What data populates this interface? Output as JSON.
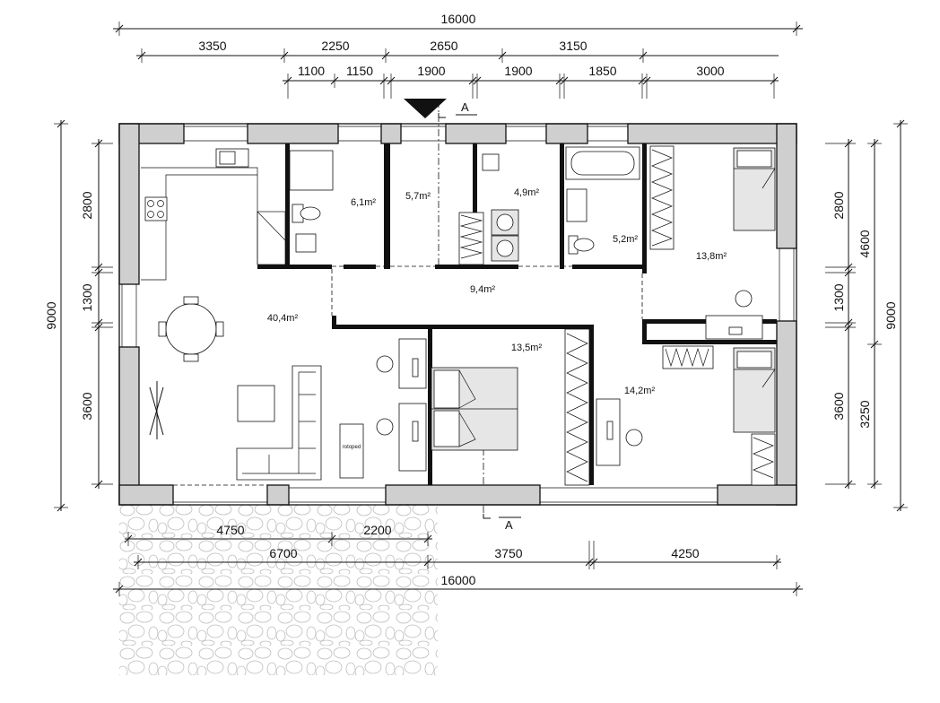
{
  "dimensions": {
    "top_total": "16000",
    "top_row1": [
      "3350",
      "2250",
      "2650",
      "3150"
    ],
    "top_row2": [
      "1100",
      "1150",
      "1900",
      "1900",
      "1850",
      "3000"
    ],
    "left_rooms": [
      "2800",
      "1300",
      "3600"
    ],
    "left_total": "9000",
    "right_rooms": [
      "2800",
      "1300",
      "3600"
    ],
    "right_mid": [
      "4600",
      "3250"
    ],
    "right_total": "9000",
    "bottom_row1": [
      "4750",
      "2200"
    ],
    "bottom_row2": [
      "6700",
      "3750",
      "4250"
    ],
    "bottom_total": "16000"
  },
  "rooms": [
    {
      "id": "living",
      "area": "40,4m²"
    },
    {
      "id": "bath-left",
      "area": "6,1m²"
    },
    {
      "id": "corridor-north",
      "area": "5,7m²"
    },
    {
      "id": "utility",
      "area": "4,9m²"
    },
    {
      "id": "bath-right",
      "area": "5,2m²"
    },
    {
      "id": "bedroom-ne",
      "area": "13,8m²"
    },
    {
      "id": "hall",
      "area": "9,4m²"
    },
    {
      "id": "bedroom-master",
      "area": "13,5m²"
    },
    {
      "id": "bedroom-se",
      "area": "14,2m²"
    }
  ],
  "labels": {
    "section_mark": "A",
    "rotoped": "rotoped"
  }
}
